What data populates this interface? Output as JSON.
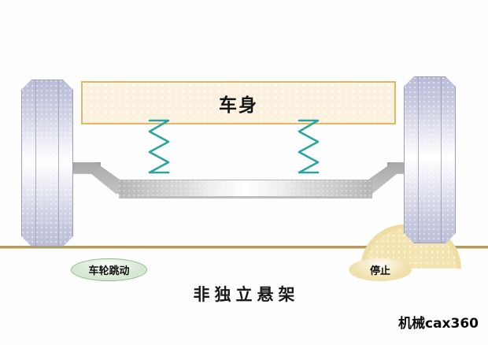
{
  "diagram": {
    "title_caption": "非独立悬架",
    "watermark": "机械cax360",
    "body": {
      "label": "车身",
      "border_color": "#e3b765",
      "fill_color": "#fcf1de"
    },
    "springs": [
      {
        "name": "left-spring",
        "color": "#2aa3a3",
        "coils": 5
      },
      {
        "name": "right-spring",
        "color": "#2aa3a3",
        "coils": 5
      }
    ],
    "axle": {
      "name": "solid-beam-axle",
      "color": "#b6b6b6",
      "highlight_color": "#ffffff"
    },
    "wheels": [
      {
        "name": "left-wheel",
        "state_label": "车轮跳动"
      },
      {
        "name": "right-wheel",
        "state_label": "停止"
      }
    ],
    "callouts": [
      {
        "id": "wheel-bounce",
        "label": "车轮跳动",
        "fill_color": "#d6e8d2",
        "border_color": "#8fb98b"
      },
      {
        "id": "stop",
        "label": "停止",
        "fill_color": "#f0e1ac",
        "border_color": "#f0e1ac"
      }
    ],
    "ground": {
      "name": "road-surface",
      "line_color": "#b59b55",
      "bump_color": "#f3e4b2"
    }
  }
}
